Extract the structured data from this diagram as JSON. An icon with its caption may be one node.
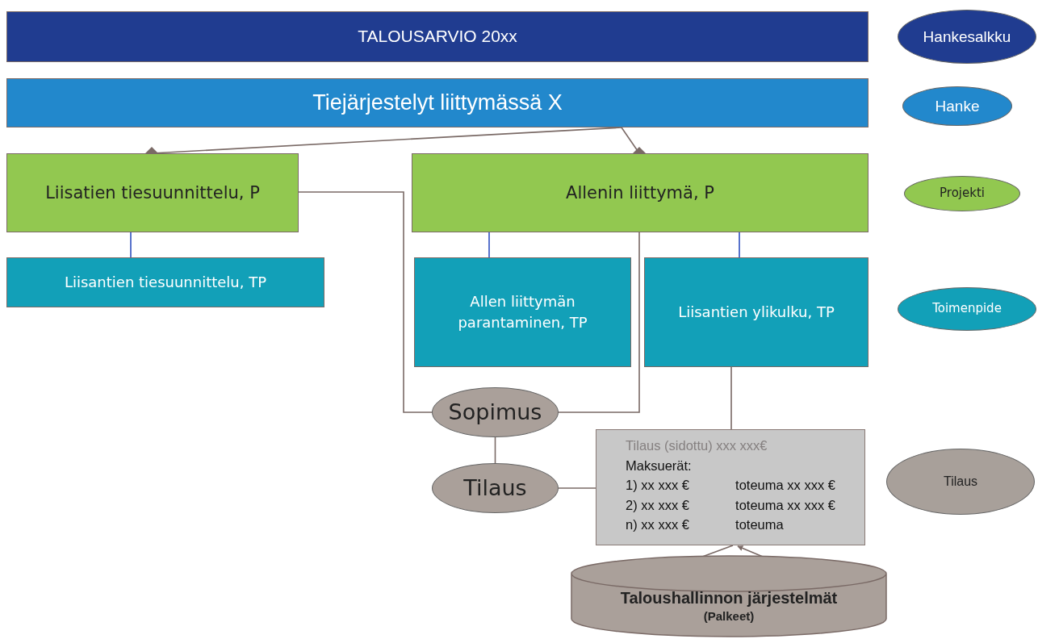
{
  "diagram": {
    "nodes": [
      {
        "text": [
          "TALOUSARVIO 20xx"
        ]
      },
      {
        "text": [
          "Hankesalkku"
        ]
      },
      {
        "text": [
          "Tiejärjestelyt liittymässä X"
        ]
      },
      {
        "text": [
          "Hanke"
        ]
      },
      {
        "text": [
          "Liisatien tiesuunnittelu, P"
        ]
      },
      {
        "text": [
          "Allenin liittymä, P"
        ]
      },
      {
        "text": [
          "Projekti"
        ]
      },
      {
        "text": [
          "Liisantien tiesuunnittelu, TP"
        ]
      },
      {
        "text": [
          "Allen liittymän parantaminen, TP"
        ]
      },
      {
        "text": [
          "Liisantien ylikulku, TP"
        ]
      },
      {
        "text": [
          "Toimenpide"
        ]
      },
      {
        "text": [
          "Sopimus"
        ]
      },
      {
        "text": [
          "Tilaus"
        ]
      },
      {
        "text": [
          "Tilaus (sidottu) xxx xxx€",
          "Maksuerät:",
          "1) xx xxx €",
          "toteuma xx xxx €",
          "2) xx xxx €",
          "toteuma xx xxx €",
          "n) xx xxx €",
          "toteuma"
        ]
      },
      {
        "text": [
          "Tilaus"
        ]
      },
      {
        "text": [
          "Taloushallinnon järjestelmät",
          "(Palkeet)"
        ]
      }
    ],
    "edges": [
      {
        "from": 2,
        "to": 4,
        "arrow": "other"
      },
      {
        "from": 2,
        "to": 5,
        "arrow": "other"
      },
      {
        "from": 4,
        "to": 7,
        "arrow": "none",
        "color": "#2e4fbf"
      },
      {
        "from": 5,
        "to": 8,
        "arrow": "none",
        "color": "#2e4fbf"
      },
      {
        "from": 5,
        "to": 9,
        "arrow": "none",
        "color": "#2e4fbf"
      },
      {
        "from": 4,
        "to": 11,
        "arrow": "none"
      },
      {
        "from": 5,
        "to": 11,
        "arrow": "none"
      },
      {
        "from": 11,
        "to": 12,
        "arrow": "none"
      },
      {
        "from": 12,
        "to": 13,
        "arrow": "none"
      },
      {
        "from": 9,
        "to": 13,
        "arrow": "none"
      },
      {
        "from": 13,
        "to": 15,
        "arrow": "to"
      },
      {
        "from": 15,
        "to": 13,
        "arrow": "to"
      }
    ]
  }
}
